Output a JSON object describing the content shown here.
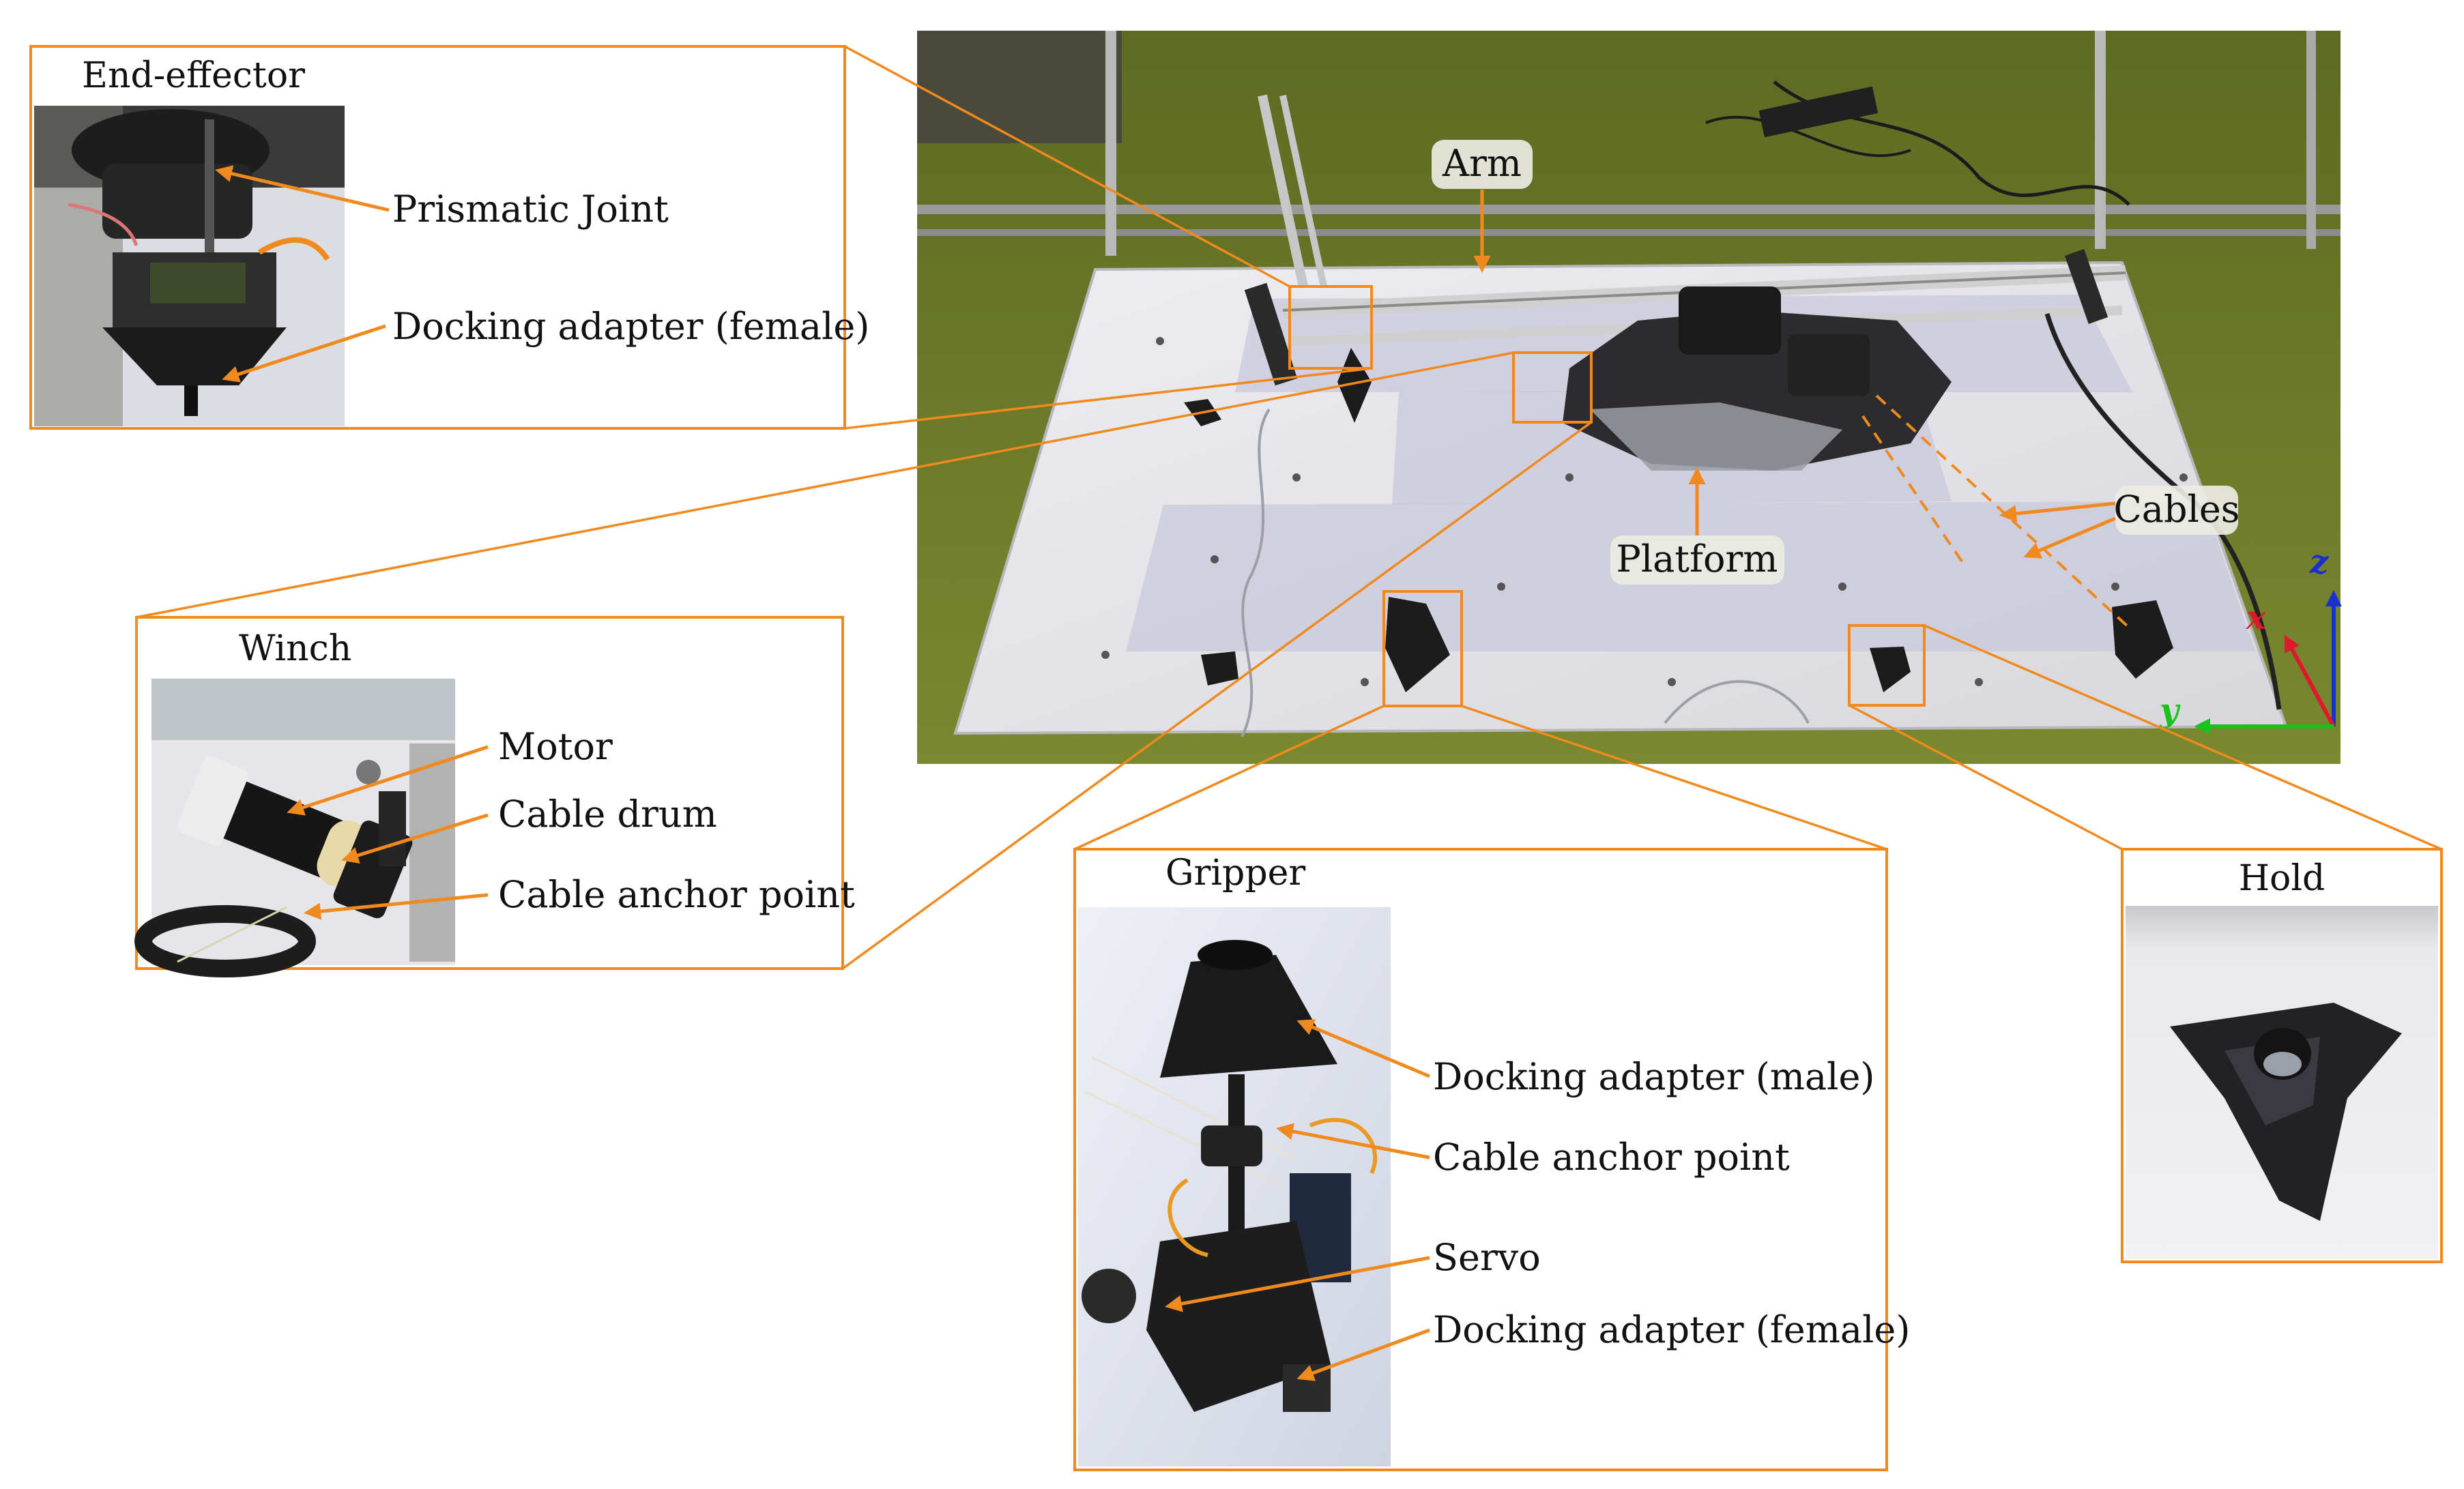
{
  "insets": {
    "end_effector": {
      "title": "End-effector",
      "labels": [
        "Prismatic Joint",
        "Docking adapter (female)"
      ]
    },
    "winch": {
      "title": "Winch",
      "labels": [
        "Motor",
        "Cable drum",
        "Cable anchor point"
      ]
    },
    "gripper": {
      "title": "Gripper",
      "labels": [
        "Docking adapter (male)",
        "Cable anchor point",
        "Servo",
        "Docking adapter (female)"
      ]
    },
    "hold": {
      "title": "Hold"
    }
  },
  "main_photo": {
    "labels": {
      "arm": "Arm",
      "cables": "Cables",
      "platform": "Platform"
    },
    "axes": {
      "x": "x",
      "y": "y",
      "z": "z"
    }
  },
  "colors": {
    "accent": "#f08a1e",
    "axis_x": "#e0182d",
    "axis_y": "#19c21d",
    "axis_z": "#1a2fd0",
    "floor_green": "#6f7d2c",
    "table_white": "#e4e4e8"
  }
}
